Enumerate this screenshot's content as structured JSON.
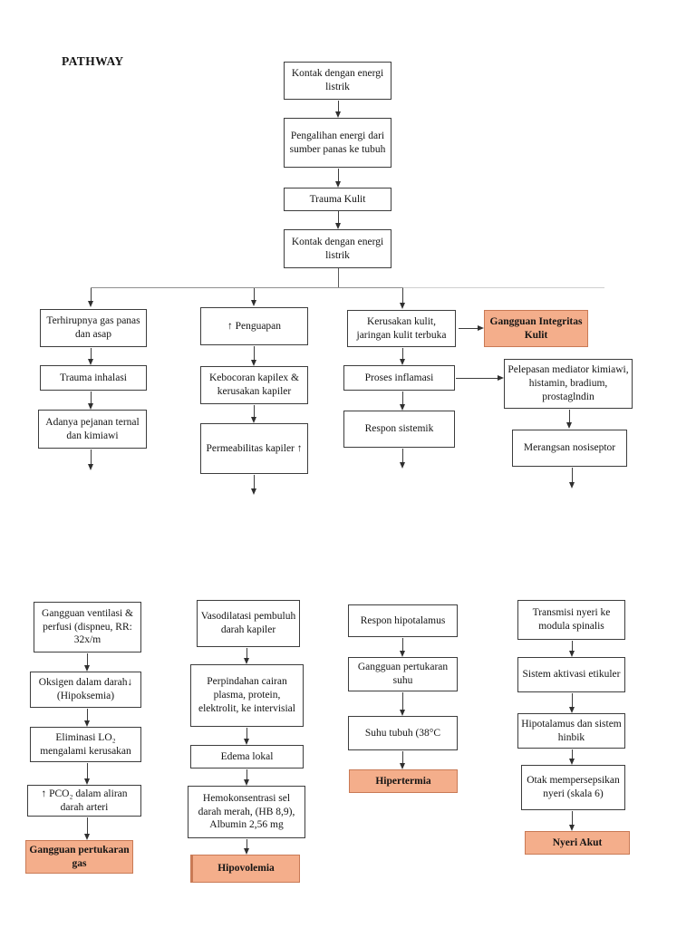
{
  "title": "PATHWAY",
  "colors": {
    "diagnosis_fill": "#f4ae8b",
    "diagnosis_border": "#c97a55",
    "box_border": "#3d3d3d",
    "connector": "#3d3d3d"
  },
  "nodes": {
    "top1": "Kontak dengan energi listrik",
    "top2": "Pengalihan energi dari sumber panas ke tubuh",
    "top3": "Trauma Kulit",
    "top4": "Kontak dengan energi listrik",
    "left1": "Terhirupnya gas panas dan asap",
    "left2": "Trauma inhalasi",
    "left3": "Adanya pejanan ternal dan kimiawi",
    "mid1": "↑  Penguapan",
    "mid2": "Kebocoran kapilex & kerusakan kapiler",
    "mid3": "Permeabilitas kapiler ↑",
    "right1": "Kerusakan kulit, jaringan kulit terbuka",
    "right2": "Proses inflamasi",
    "right3": "Respon sistemik",
    "side1": "Gangguan Integritas Kulit",
    "side2": "Pelepasan mediator kimiawi, histamin, bradium, prostaglndin",
    "side3": "Merangsan nosiseptor",
    "c1b1": "Gangguan ventilasi & perfusi (dispneu, RR: 32x/m",
    "c1b2": "Oksigen dalam darah↓ (Hipoksemia)",
    "c1b3": "Eliminasi LO₂ mengalami kerusakan",
    "c1b4": "↑ PCO₂ dalam aliran darah arteri",
    "c1b5": "Gangguan pertukaran gas",
    "c2b1": "Vasodilatasi pembuluh darah kapiler",
    "c2b2": "Perpindahan cairan plasma, protein, elektrolit, ke intervisial",
    "c2b3": "Edema lokal",
    "c2b4": "Hemokonsentrasi sel darah merah, (HB 8,9), Albumin 2,56 mg",
    "c2b5": "Hipovolemia",
    "c3b1": "Respon hipotalamus",
    "c3b2": "Gangguan pertukaran suhu",
    "c3b3": "Suhu tubuh (38°C",
    "c3b4": "Hipertermia",
    "c4b1": "Transmisi nyeri ke modula spinalis",
    "c4b2": "Sistem aktivasi etikuler",
    "c4b3": "Hipotalamus dan sistem hinbik",
    "c4b4": "Otak mempersepsikan nyeri (skala 6)",
    "c4b5": "Nyeri Akut"
  }
}
